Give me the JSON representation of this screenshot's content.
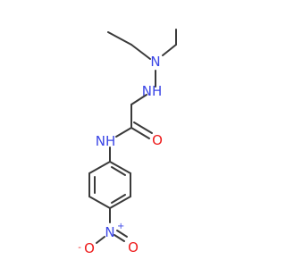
{
  "molecule": {
    "atoms": {
      "n_amine": "N",
      "nh_hydrazine": "NH",
      "o_carbonyl": "O",
      "nh_amide": "NH",
      "n_nitro": "N",
      "o_nitro_left": "O",
      "o_nitro_right": "O",
      "charge_plus": "+",
      "charge_minus": "-"
    },
    "colors": {
      "nitrogen": "#3b46e6",
      "oxygen": "#ee1b1b",
      "carbon_bond": "#3a3a3a"
    }
  }
}
